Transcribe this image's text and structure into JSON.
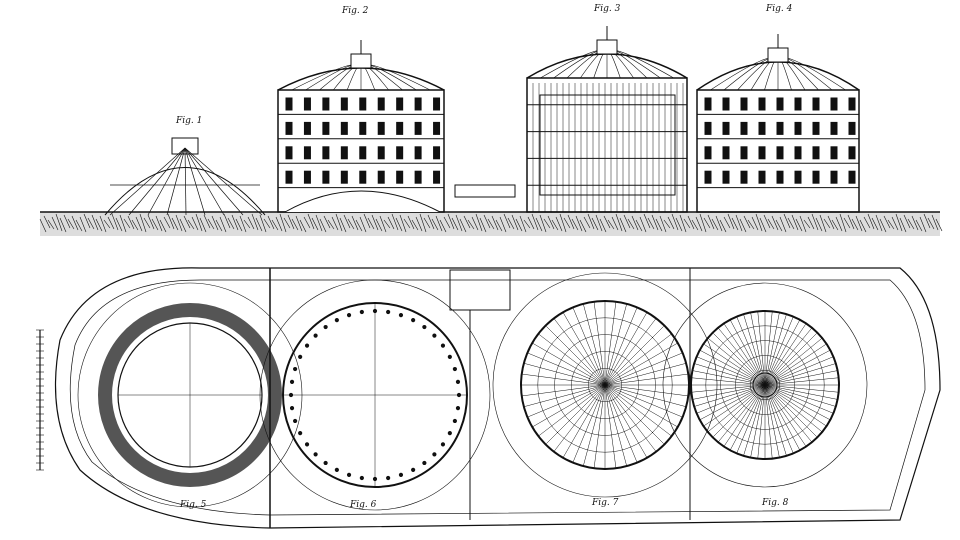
{
  "figures": {
    "fig1": "Fig. 1",
    "fig2": "Fig. 2",
    "fig3": "Fig. 3",
    "fig4": "Fig. 4",
    "fig5": "Fig. 5",
    "fig6": "Fig. 6",
    "fig7": "Fig. 7",
    "fig8": "Fig. 8"
  },
  "colors": {
    "ink": "#111111",
    "paper": "#ffffff"
  }
}
